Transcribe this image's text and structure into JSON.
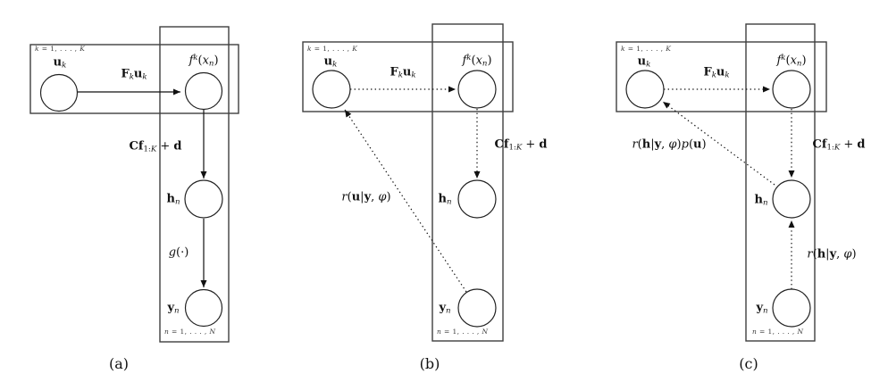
{
  "colors": {
    "background": "#ffffff",
    "line": "#111111",
    "plate_border": "#3f3f3f",
    "text": "#111111"
  },
  "panels": [
    {
      "caption": "(a)",
      "plate_k": [
        {
          "t": "k",
          "i": true
        },
        {
          "t": " = 1, . . . , "
        },
        {
          "t": "K",
          "i": true
        }
      ],
      "plate_n": [
        {
          "t": "n",
          "i": true
        },
        {
          "t": " = 1, . . . , "
        },
        {
          "t": "N",
          "i": true
        }
      ],
      "node_u": [
        {
          "t": "u",
          "b": true
        },
        {
          "t": "k",
          "s": "sub",
          "i": true
        }
      ],
      "node_f": [
        {
          "t": "f",
          "i": true
        },
        {
          "t": "k",
          "s": "sup",
          "i": true
        },
        {
          "t": "("
        },
        {
          "t": "x",
          "i": true
        },
        {
          "t": "n",
          "s": "sub",
          "i": true
        },
        {
          "t": ")"
        }
      ],
      "node_h": [
        {
          "t": "h",
          "b": true
        },
        {
          "t": "n",
          "s": "sub",
          "i": true
        }
      ],
      "node_y": [
        {
          "t": "y",
          "b": true
        },
        {
          "t": "n",
          "s": "sub",
          "i": true
        }
      ],
      "edge_uf": [
        {
          "t": "F",
          "b": true
        },
        {
          "t": "k",
          "s": "sub",
          "i": true
        },
        {
          "t": "u",
          "b": true
        },
        {
          "t": "k",
          "s": "sub",
          "i": true
        }
      ],
      "edge_fh": [
        {
          "t": "Cf",
          "b": true
        },
        {
          "t": "1:",
          "s": "sub"
        },
        {
          "t": "K",
          "s": "sub",
          "i": true
        },
        {
          "t": " + "
        },
        {
          "t": "d",
          "b": true
        }
      ],
      "edge_hy": [
        {
          "t": "g",
          "i": true
        },
        {
          "t": "(·)"
        }
      ]
    },
    {
      "caption": "(b)",
      "plate_k": [
        {
          "t": "k",
          "i": true
        },
        {
          "t": " = 1, . . . , "
        },
        {
          "t": "K",
          "i": true
        }
      ],
      "plate_n": [
        {
          "t": "n",
          "i": true
        },
        {
          "t": " = 1, . . . , "
        },
        {
          "t": "N",
          "i": true
        }
      ],
      "node_u": [
        {
          "t": "u",
          "b": true
        },
        {
          "t": "k",
          "s": "sub",
          "i": true
        }
      ],
      "node_f": [
        {
          "t": "f",
          "i": true
        },
        {
          "t": "k",
          "s": "sup",
          "i": true
        },
        {
          "t": "("
        },
        {
          "t": "x",
          "i": true
        },
        {
          "t": "n",
          "s": "sub",
          "i": true
        },
        {
          "t": ")"
        }
      ],
      "node_h": [
        {
          "t": "h",
          "b": true
        },
        {
          "t": "n",
          "s": "sub",
          "i": true
        }
      ],
      "node_y": [
        {
          "t": "y",
          "b": true
        },
        {
          "t": "n",
          "s": "sub",
          "i": true
        }
      ],
      "edge_uf": [
        {
          "t": "F",
          "b": true
        },
        {
          "t": "k",
          "s": "sub",
          "i": true
        },
        {
          "t": "u",
          "b": true
        },
        {
          "t": "k",
          "s": "sub",
          "i": true
        }
      ],
      "edge_fh": [
        {
          "t": "Cf",
          "b": true
        },
        {
          "t": "1:",
          "s": "sub"
        },
        {
          "t": "K",
          "s": "sub",
          "i": true
        },
        {
          "t": " + "
        },
        {
          "t": "d",
          "b": true
        }
      ],
      "edge_yu": [
        {
          "t": "r",
          "i": true
        },
        {
          "t": "("
        },
        {
          "t": "u",
          "b": true
        },
        {
          "t": "|"
        },
        {
          "t": "y",
          "b": true
        },
        {
          "t": ", "
        },
        {
          "t": "φ",
          "i": true
        },
        {
          "t": ")"
        }
      ]
    },
    {
      "caption": "(c)",
      "plate_k": [
        {
          "t": "k",
          "i": true
        },
        {
          "t": " = 1, . . . , "
        },
        {
          "t": "K",
          "i": true
        }
      ],
      "plate_n": [
        {
          "t": "n",
          "i": true
        },
        {
          "t": " = 1, . . . , "
        },
        {
          "t": "N",
          "i": true
        }
      ],
      "node_u": [
        {
          "t": "u",
          "b": true
        },
        {
          "t": "k",
          "s": "sub",
          "i": true
        }
      ],
      "node_f": [
        {
          "t": "f",
          "i": true
        },
        {
          "t": "k",
          "s": "sup",
          "i": true
        },
        {
          "t": "("
        },
        {
          "t": "x",
          "i": true
        },
        {
          "t": "n",
          "s": "sub",
          "i": true
        },
        {
          "t": ")"
        }
      ],
      "node_h": [
        {
          "t": "h",
          "b": true
        },
        {
          "t": "n",
          "s": "sub",
          "i": true
        }
      ],
      "node_y": [
        {
          "t": "y",
          "b": true
        },
        {
          "t": "n",
          "s": "sub",
          "i": true
        }
      ],
      "edge_uf": [
        {
          "t": "F",
          "b": true
        },
        {
          "t": "k",
          "s": "sub",
          "i": true
        },
        {
          "t": "u",
          "b": true
        },
        {
          "t": "k",
          "s": "sub",
          "i": true
        }
      ],
      "edge_fh": [
        {
          "t": "Cf",
          "b": true
        },
        {
          "t": "1:",
          "s": "sub"
        },
        {
          "t": "K",
          "s": "sub",
          "i": true
        },
        {
          "t": " + "
        },
        {
          "t": "d",
          "b": true
        }
      ],
      "edge_hu": [
        {
          "t": "r",
          "i": true
        },
        {
          "t": "("
        },
        {
          "t": "h",
          "b": true
        },
        {
          "t": "|"
        },
        {
          "t": "y",
          "b": true
        },
        {
          "t": ", "
        },
        {
          "t": "φ",
          "i": true
        },
        {
          "t": ")"
        },
        {
          "t": "p",
          "i": true
        },
        {
          "t": "("
        },
        {
          "t": "u",
          "b": true
        },
        {
          "t": ")"
        }
      ],
      "edge_yh": [
        {
          "t": "r",
          "i": true
        },
        {
          "t": "("
        },
        {
          "t": "h",
          "b": true
        },
        {
          "t": "|"
        },
        {
          "t": "y",
          "b": true
        },
        {
          "t": ", "
        },
        {
          "t": "φ",
          "i": true
        },
        {
          "t": ")"
        }
      ]
    }
  ]
}
